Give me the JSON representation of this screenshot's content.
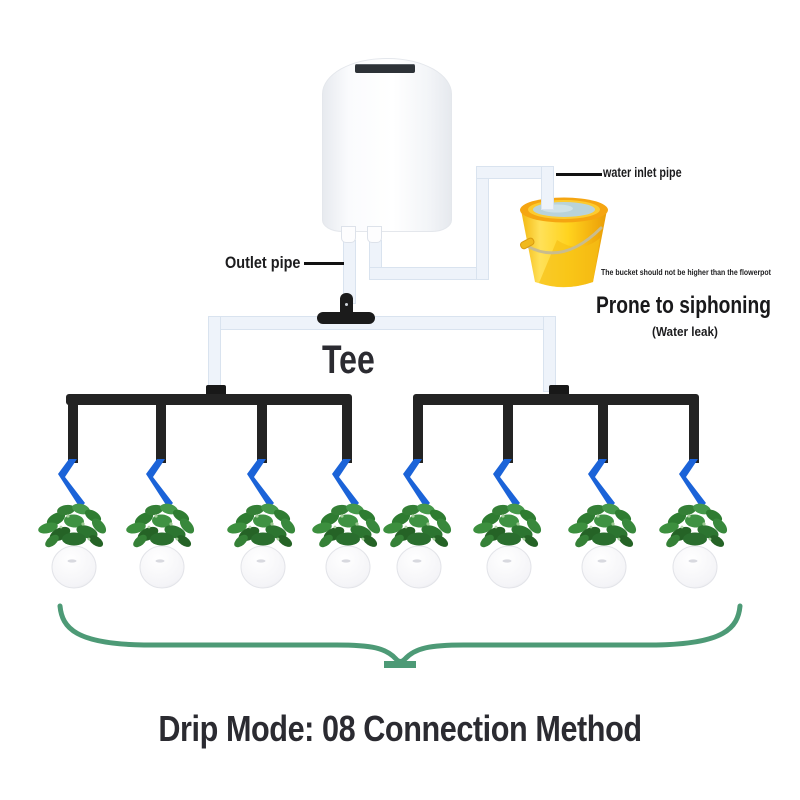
{
  "diagram": {
    "kind": "drip-irrigation-connection-diagram",
    "title": "Drip Mode: 08 Connection Method"
  },
  "labels": {
    "outlet_pipe": "Outlet pipe",
    "water_inlet_pipe": "water inlet pipe",
    "bucket_note": "The bucket should not be higher than the flowerpot",
    "siphon_title": "Prone to siphoning",
    "siphon_sub": "(Water leak)",
    "tee": "Tee"
  },
  "plants": {
    "count": 8,
    "groups": [
      {
        "side": "left",
        "pots": 4
      },
      {
        "side": "right",
        "pots": 4
      }
    ]
  },
  "colors": {
    "emitter_blue": "#1b63d8",
    "tube_black": "#232323",
    "pipe_white": "#eef3fa",
    "brace_green": "#4d9a76",
    "bucket_yellow": "#ffd31e",
    "bucket_rim_orange": "#f5a511",
    "water_blue": "#b9d3da",
    "text_dark": "#1c1c1e"
  }
}
